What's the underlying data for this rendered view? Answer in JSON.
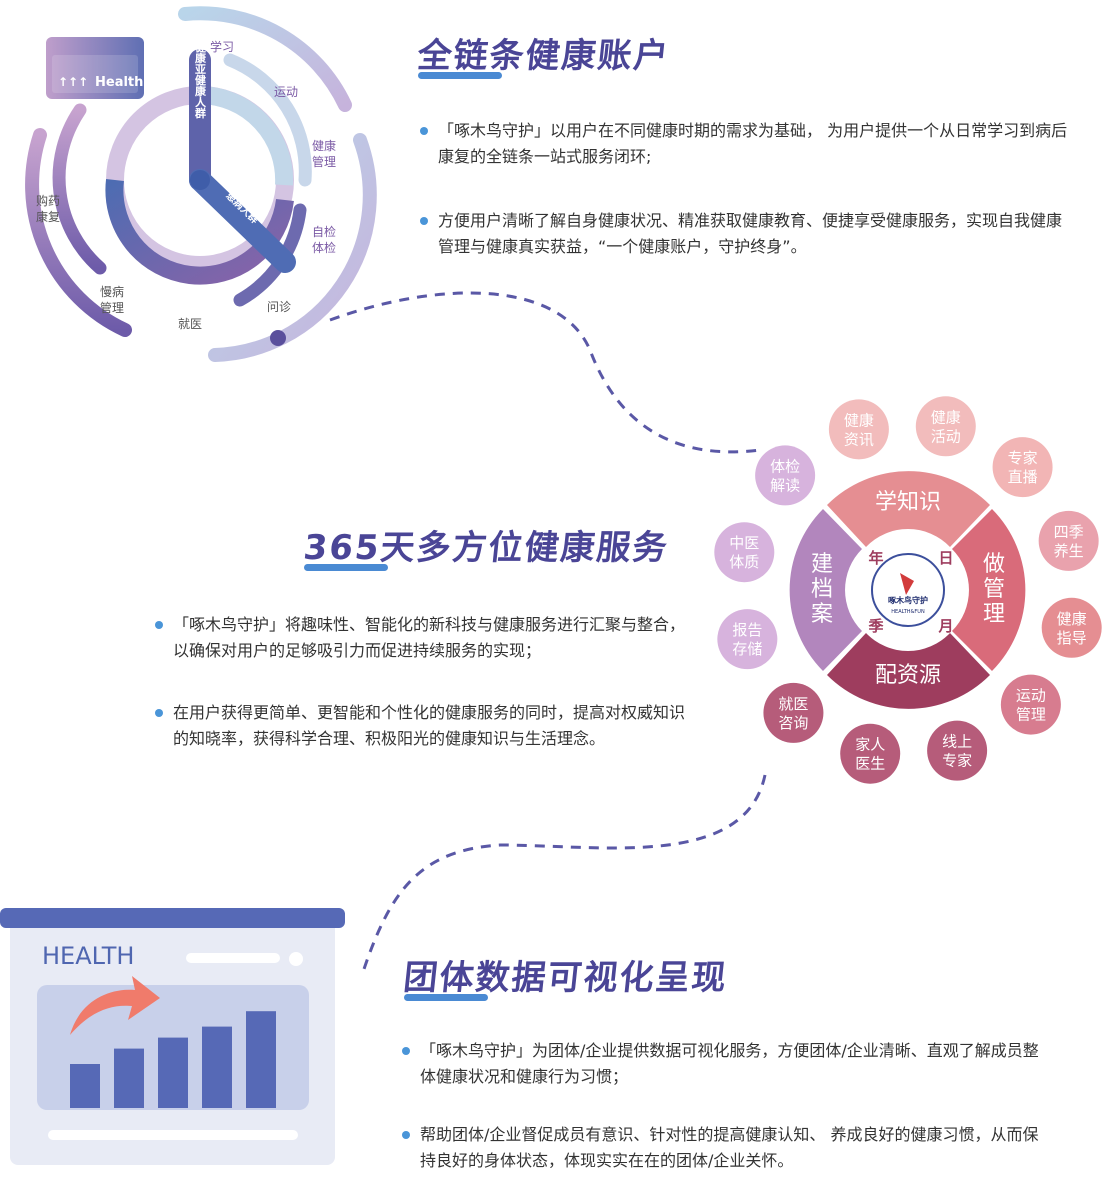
{
  "section1": {
    "title": "全链条健康账户",
    "bullets": [
      "「啄木鸟守护」以用户在不同健康时期的需求为基础， 为用户提供一个从日常学习到病后康复的全链条一站式服务闭环;",
      "方便用户清晰了解自身健康状况、精准获取健康教育、便捷享受健康服务，实现自我健康管理与健康真实获益，“一个健康账户，守护终身”。"
    ],
    "diagram": {
      "badge": "Health",
      "inner_labels": [
        "健康亚健康人群",
        "患病人群"
      ],
      "ring_labels": [
        "学习",
        "运动",
        "健康\n管理",
        "自检\n体检",
        "问诊",
        "就医",
        "慢病\n管理",
        "购药\n康复"
      ]
    }
  },
  "section2": {
    "title": "365天多方位健康服务",
    "bullets": [
      "「啄木鸟守护」将趣味性、智能化的新科技与健康服务进行汇聚与整合，以确保对用户的足够吸引力而促进持续服务的实现；",
      "在用户获得更简单、更智能和个性化的健康服务的同时，提高对权威知识的知晓率，获得科学合理、积极阳光的健康知识与生活理念。"
    ],
    "wheel": {
      "segments": [
        "学知识",
        "做\n管\n理",
        "配资源",
        "建\n档\n案"
      ],
      "center_chars": [
        "年",
        "日",
        "季",
        "月"
      ],
      "logo_text": "啄木鸟守护",
      "logo_sub": "HEALTH&FUN",
      "circles": [
        "健康\n资讯",
        "健康\n活动",
        "专家\n直播",
        "四季\n养生",
        "健康\n指导",
        "运动\n管理",
        "线上\n专家",
        "家人\n医生",
        "就医\n咨询",
        "报告\n存储",
        "中医\n体质",
        "体检\n解读"
      ]
    }
  },
  "section3": {
    "title": "团体数据可视化呈现",
    "bullets": [
      "「啄木鸟守护」为团体/企业提供数据可视化服务，方便团体/企业清晰、直观了解成员整体健康状况和健康行为习惯；",
      "帮助团体/企业督促成员有意识、针对性的提高健康认知、 养成良好的健康习惯，从而保持良好的身体状态，体现实实在在的团体/企业关怀。"
    ],
    "illustration_label": "HEALTH",
    "chart_data": {
      "type": "bar",
      "categories": [
        "",
        "",
        "",
        "",
        ""
      ],
      "values": [
        2,
        2.7,
        3.2,
        3.7,
        4.4
      ],
      "title": "",
      "xlabel": "",
      "ylabel": ""
    }
  },
  "colors": {
    "title": "#4a4596",
    "accent_blue": "#4a8ad3",
    "bullet_dot": "#4a95d8",
    "pink": "#e58e92",
    "rose": "#b65c7a",
    "wine": "#9e3d5e",
    "purple": "#b286bd",
    "bar_blue": "#5669b6"
  }
}
